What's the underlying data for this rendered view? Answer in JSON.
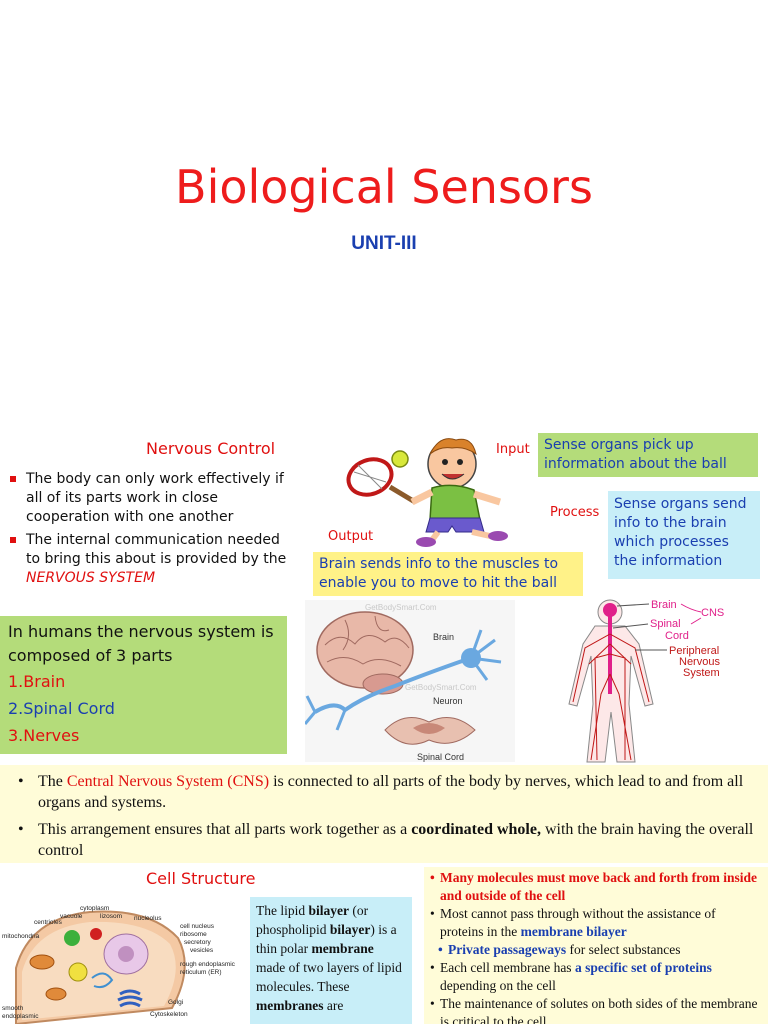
{
  "slide1": {
    "title": "Biological Sensors",
    "subtitle": "UNIT-III"
  },
  "slide2": {
    "title": "Nervous Control",
    "bullets": [
      "The body can only work  effectively if all of its parts work in  close cooperation with one another",
      "The internal communication needed to bring this about is provided by the"
    ],
    "nervous_system": "NERVOUS SYSTEM",
    "input_label": "Input",
    "input_text": "Sense organs pick up information about the ball",
    "process_label": "Process",
    "process_text": "Sense organs send info to the brain which processes the information",
    "output_label": "Output",
    "output_text": "Brain sends info to the muscles to enable you to move to hit the ball",
    "parts_intro": "In humans the nervous system is composed of 3 parts",
    "parts": [
      "1.Brain",
      "2.Spinal Cord",
      "3.Nerves"
    ],
    "diagram_labels": {
      "brain": "Brain",
      "neuron": "Neuron",
      "spinal_cord": "Spinal Cord",
      "watermark": "GetBodySmart.Com"
    },
    "body_labels": {
      "brain": "Brain",
      "cns": "CNS",
      "spinal": "Spinal",
      "cord": "Cord",
      "peripheral": "Peripheral",
      "nervous": "Nervous",
      "system": "System"
    }
  },
  "slide3": {
    "b1_pre": "The",
    "b1_cns": "Central Nervous System (CNS)",
    "b1_post": "is connected to all parts of the body by nerves, which lead to and from all organs and systems.",
    "b2_pre": "This arrangement ensures that all parts work together as a",
    "b2_bold": "coordinated whole,",
    "b2_post": "with the brain having the overall control"
  },
  "slide4": {
    "title": "Cell Structure",
    "cell_labels": {
      "cytoplasm": "cytoplasm",
      "vacuole": "vacuole",
      "lizosom": "lizosom",
      "centrioles": "centrioles",
      "nucleolus": "nucleolus",
      "cell_nucleus": "cell nucleus",
      "ribosome": "ribosome",
      "mitochondria": "mitochondria",
      "secretory": "secretory",
      "vesicles": "vesicles",
      "rough_er": "rough endoplasmic",
      "rough_er2": "reticulum (ER)",
      "golgi": "Golgi",
      "smooth": "smooth",
      "smooth2": "endoplasmic",
      "cytoskeleton": "Cytoskeleton"
    },
    "lipid": {
      "t1": "The lipid",
      "t2": "bilayer",
      "t3": "(or phospholipid",
      "t4": "bilayer",
      "t5": ") is a thin polar",
      "t6": "membrane",
      "t7": "made of two layers of lipid molecules.",
      "t8": "These",
      "t9": "membranes",
      "t10": "are"
    },
    "molecules": {
      "r1": "Many molecules must move back and forth from inside and outside of the cell",
      "r2_pre": "Most cannot pass through without the assistance of proteins in the",
      "r2_bold": "membrane bilayer",
      "r3_bold": "Private passageways",
      "r3_post": "for select substances",
      "r4_pre": "Each cell membrane has",
      "r4_bold": "a specific set of proteins",
      "r4_post": "depending on the cell",
      "r5": "The maintenance of solutes on both sides of the membrane is critical to the cell"
    }
  }
}
